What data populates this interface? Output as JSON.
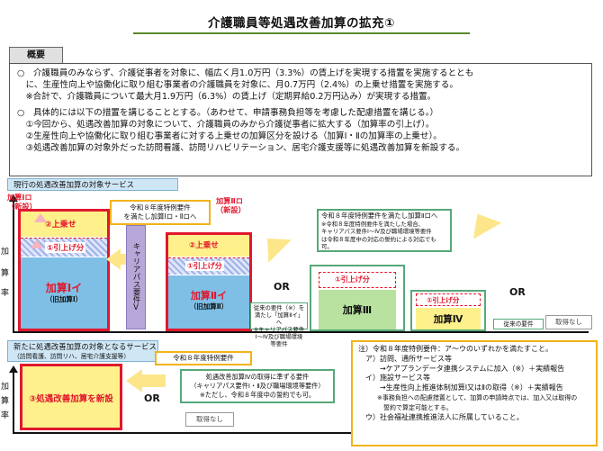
{
  "title": "介護職員等処遇改善加算の拡充①",
  "overview": {
    "tab_label": "概要",
    "lines": [
      "○　介護職員のみならず、介護従事者を対象に、幅広く月1.0万円（3.3%）の賃上げを実現する措置を実施するととも",
      "　に、生産性向上や協働化に取り組む事業者の介護職員を対象に、月0.7万円（2.4%）の上乗せ措置を実施する。",
      "　※合計で、介護職員について最大月1.9万円（6.3%）の賃上げ（定期昇給0.2万円込み）が実現する措置。",
      "○　具体的には以下の措置を講じることとする。（あわせて、申請事務負担等を考慮した配慮措置を講じる。）",
      "　①今回から、処遇改善加算の対象について、介護職員のみから介護従事者に拡大する（加算率の引上げ）。",
      "　②生産性向上や協働化に取り組む事業者に対する上乗せの加算区分を設ける（加算Ⅰ・Ⅱの加算率の上乗せ）。",
      "　③処遇改善加算の対象外だった訪問看護、訪問リハビリテーション、居宅介護支援等に処遇改善加算を新設する。"
    ]
  },
  "section1": {
    "header": "現行の処遇改善加算の対象サービス",
    "axis_label_chars": [
      "加",
      "算",
      "率"
    ],
    "kasan1": {
      "tag_line1": "加算Ⅰロ",
      "tag_line2": "（新設）",
      "uwanose": "②上乗せ",
      "hikiage": "①引上げ分",
      "name": "加算Ⅰイ",
      "sub": "（旧加算Ⅰ）"
    },
    "callout_r8_1": {
      "line1": "令和８年度特例要件",
      "line2": "を満たし加算Ⅰロ・Ⅱロへ"
    },
    "career_path": "キャリアパス要件Ⅴ",
    "kasan2": {
      "tag_line1": "加算Ⅱロ",
      "tag_line2": "（新設）",
      "uwanose": "②上乗せ",
      "hikiage": "①引上げ分",
      "name": "加算Ⅱイ",
      "sub": "（旧加算Ⅱ）"
    },
    "or1": "OR",
    "or2": "OR",
    "old_req_note": "従来の要件（※）を満たし「加算Ⅱイ」へ",
    "old_req_note2": "※キャリアパス要件Ⅰ～Ⅳ及び職場環境等要件",
    "kasan3": {
      "hikiage": "①引上げ分",
      "name": "加算Ⅲ"
    },
    "kasan4": {
      "hikiage": "①引上げ分",
      "name": "加算Ⅳ"
    },
    "callout_r8_2": {
      "line1": "令和８年度特例要件を満たし加算Ⅱロへ",
      "line2": "※令和８年度特例要件を満たした場合、",
      "line3": "キャリアパス要件Ⅰ～Ⅳ及び職場環境等要件",
      "line4": "は令和８年度中の対応の誓約による対応でも可。"
    },
    "old_req_small": "従来の要件",
    "none_label": "取得なし"
  },
  "section2": {
    "header": "新たに処遇改善加算の対象となるサービス",
    "subheader": "（訪問看護、訪問リハ、居宅介護支援等）",
    "axis_label_chars": [
      "加",
      "算",
      "率"
    ],
    "new_kasan": "③処遇改善加算を新設",
    "callout_r8": "令和８年度特例要件",
    "or": "OR",
    "req_box": {
      "line1": "処遇改善加算Ⅳの取得に準ずる要件",
      "line2": "（キャリアパス要件Ⅰ・Ⅱ及び職場環境等要件）",
      "line3": "※ただし、令和８年度中の誓約でも可。"
    },
    "none_label": "取得なし"
  },
  "notes": {
    "lines": [
      "注）令和８年度特例要件：ア〜ウのいずれかを満たすこと。",
      "　ア）訪問、通所サービス等",
      "　　　→ケアプランデータ連携システムに加入（※）＋実績報告",
      "　イ）施設サービス等",
      "　　　→生産性向上推進体制加算Ⅰ又はⅡの取得（※）＋実績報告",
      "　　　※事務負担への配慮措置として、加算の申請時点では、加入又は取得の",
      "　　　　誓約で算定可能とする。",
      "　ウ）社会福祉連携推進法人に所属していること。"
    ]
  },
  "colors": {
    "red": "#e0182e",
    "yellow": "#fef08a",
    "blue_fill": "#7fbfe6",
    "green_border": "#56a87a",
    "orange_border": "#f2b318",
    "pink_arrow": "#f6b3c2",
    "lavender": "#b7a7d9"
  }
}
